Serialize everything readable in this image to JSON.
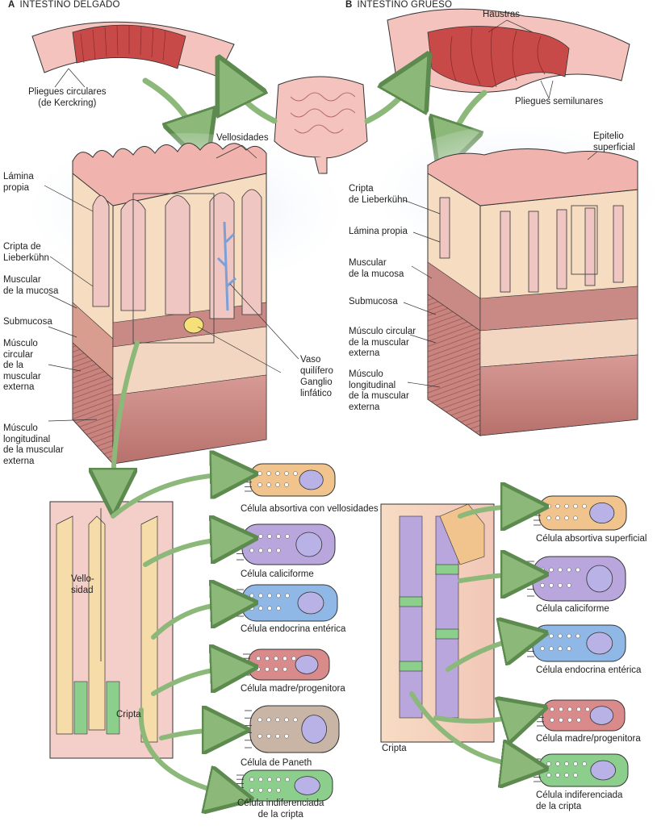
{
  "panels": {
    "a": {
      "letter": "A",
      "title": "INTESTINO DELGADO"
    },
    "b": {
      "letter": "B",
      "title": "INTESTINO GRUESO"
    }
  },
  "small_intestine": {
    "pliegues": [
      "Pliegues circulares",
      "(de Kerckring)"
    ],
    "vellosidades": "Vellosidades",
    "lamina_propia": [
      "Lámina",
      "propia"
    ],
    "cripta": [
      "Cripta de",
      "Lieberkühn"
    ],
    "muscular_mucosa": [
      "Muscular",
      "de la mucosa"
    ],
    "submucosa": "Submucosa",
    "circular": [
      "Músculo",
      "circular",
      "de la",
      "muscular",
      "externa"
    ],
    "longitudinal": [
      "Músculo",
      "longitudinal",
      "de la muscular",
      "externa"
    ],
    "vaso": [
      "Vaso",
      "quilífero"
    ],
    "ganglio": [
      "Ganglio",
      "linfático"
    ],
    "detail_vellosidad": [
      "Vello-",
      "sidad"
    ],
    "detail_cripta": "Cripta"
  },
  "large_intestine": {
    "haustras": "Haustras",
    "pliegues": "Pliegues semilunares",
    "epitelio": [
      "Epitelio",
      "superficial"
    ],
    "cripta": [
      "Cripta",
      "de Lieberkühn"
    ],
    "lamina_propia": "Lámina propia",
    "muscular_mucosa": [
      "Muscular",
      "de la mucosa"
    ],
    "submucosa": "Submucosa",
    "circular": [
      "Músculo circular",
      "de la muscular",
      "externa"
    ],
    "longitudinal": [
      "Músculo",
      "longitudinal",
      "de la muscular",
      "externa"
    ],
    "detail_cripta": "Cripta"
  },
  "cells_small": [
    {
      "name": "Célula absortiva con vellosidades",
      "color": "#f0c48c"
    },
    {
      "name": "Célula caliciforme",
      "color": "#b8a6dc"
    },
    {
      "name": "Célula endocrina entérica",
      "color": "#8fb8e6"
    },
    {
      "name": "Célula madre/progenitora",
      "color": "#d98b8b"
    },
    {
      "name": "Célula de Paneth",
      "color": "#c9b5a6"
    },
    {
      "name": [
        "Célula indiferenciada",
        "de la cripta"
      ],
      "color": "#8ccf8c"
    }
  ],
  "cells_large": [
    {
      "name": "Célula absortiva superficial",
      "color": "#f0c48c"
    },
    {
      "name": "Célula caliciforme",
      "color": "#b8a6dc"
    },
    {
      "name": "Célula endocrina entérica",
      "color": "#8fb8e6"
    },
    {
      "name": "Célula madre/progenitora",
      "color": "#d98b8b"
    },
    {
      "name": [
        "Célula indiferenciada",
        "de la cripta"
      ],
      "color": "#8ccf8c"
    }
  ],
  "colors": {
    "arrow": "#8cb87a",
    "arrow_edge": "#5d8a4e",
    "mucosa": "#f3c9c0",
    "lamina": "#f6dcc0",
    "muscle": "#c98a85",
    "sky": "#e6eef8"
  }
}
